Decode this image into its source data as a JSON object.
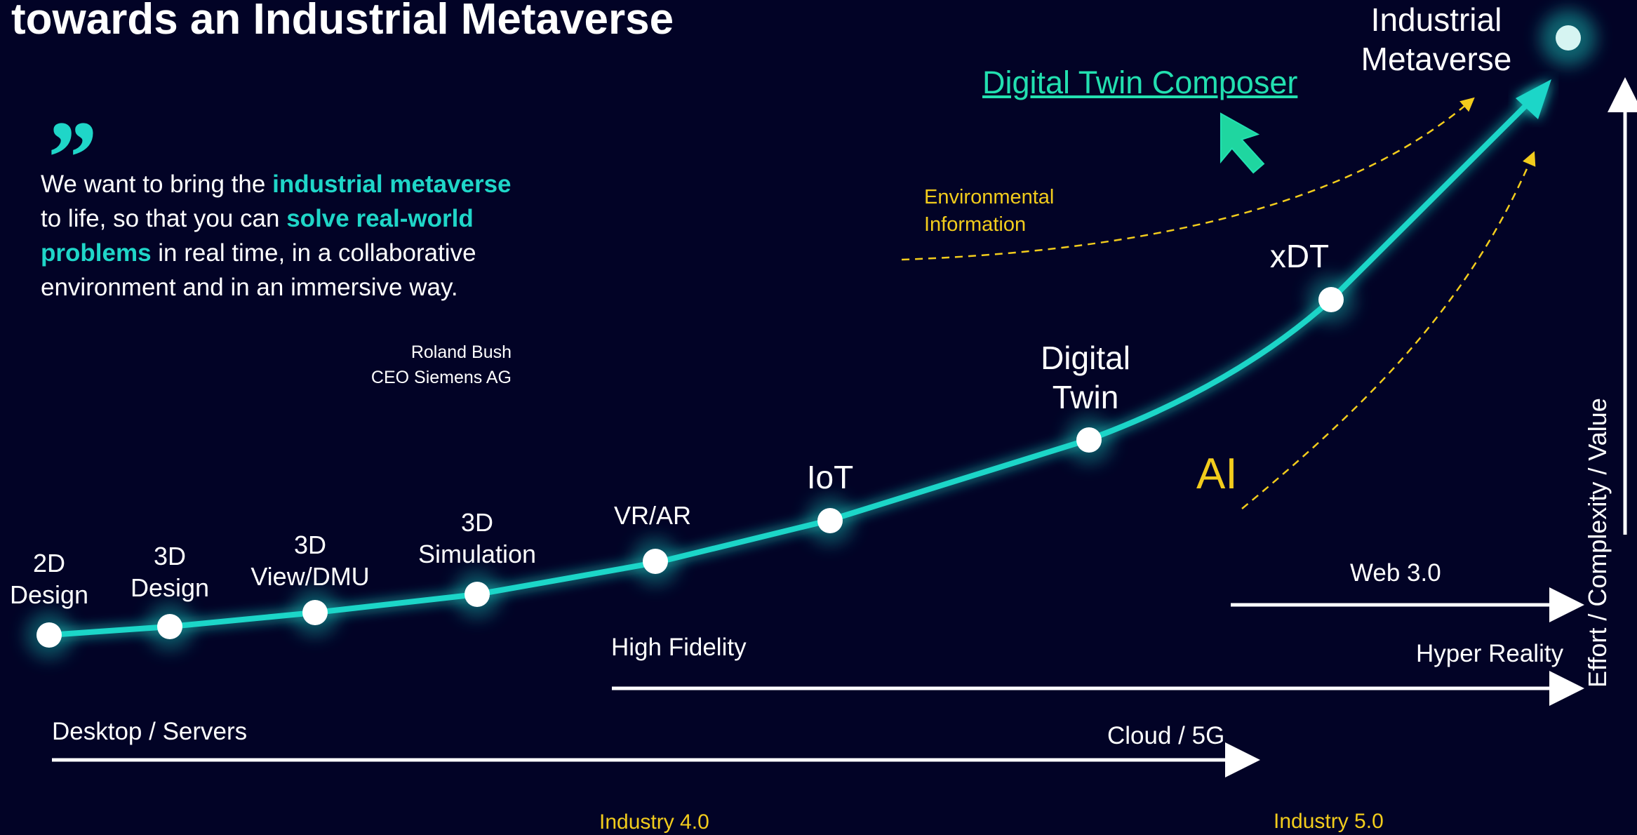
{
  "title": "towards an Industrial Metaverse",
  "quote": {
    "mark": "”",
    "parts": [
      {
        "text": "We want to bring the ",
        "highlight": false
      },
      {
        "text": "industrial metaverse",
        "highlight": true
      },
      {
        "text": " to life, so that you can ",
        "highlight": false
      },
      {
        "text": "solve real-world problems",
        "highlight": true
      },
      {
        "text": " in real time, in a collaborative environment and in an immersive way.",
        "highlight": false
      }
    ],
    "author": "Roland Bush",
    "role": "CEO Siemens AG"
  },
  "link_text": "Digital Twin Composer",
  "environmental_info": [
    "Environmental",
    "Information"
  ],
  "ai_label": "AI",
  "stages": [
    {
      "lines": [
        "2D",
        "Design"
      ]
    },
    {
      "lines": [
        "3D",
        "Design"
      ]
    },
    {
      "lines": [
        "3D",
        "View/DMU"
      ]
    },
    {
      "lines": [
        "3D",
        "Simulation"
      ]
    },
    {
      "lines": [
        "VR/AR"
      ]
    },
    {
      "lines": [
        "IoT"
      ]
    },
    {
      "lines": [
        "Digital",
        "Twin"
      ]
    },
    {
      "lines": [
        "xDT"
      ]
    },
    {
      "lines": [
        "Industrial",
        "Metaverse"
      ]
    }
  ],
  "axes": {
    "web3": "Web 3.0",
    "hyper_reality": "Hyper Reality",
    "high_fidelity": "High Fidelity",
    "desktop": "Desktop / Servers",
    "cloud": "Cloud / 5G",
    "industry4": "Industry 4.0",
    "industry5": "Industry 5.0",
    "y_axis": "Effort / Complexity / Value"
  },
  "colors": {
    "background": "#020326",
    "curve": "#1fd6c8",
    "highlight": "#1fd6c8",
    "link": "#22e0b0",
    "accent_yellow": "#f2cc1c",
    "text": "#ffffff"
  }
}
